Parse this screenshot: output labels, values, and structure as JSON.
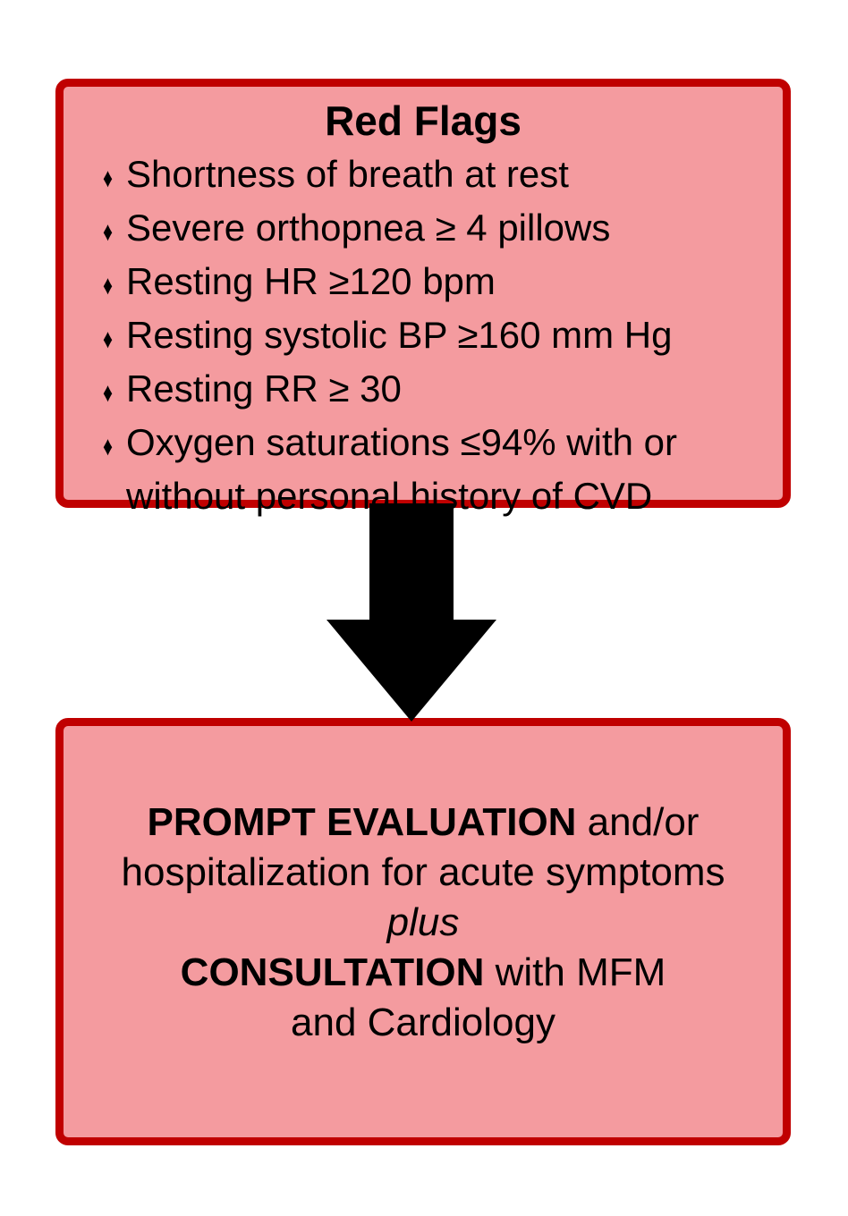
{
  "colors": {
    "box_border": "#C00000",
    "box_fill": "#F49B9F",
    "arrow": "#000000",
    "text": "#000000",
    "background": "#FFFFFF"
  },
  "top_box": {
    "title": "Red Flags",
    "bullet_glyph": "♦",
    "items": [
      "Shortness of breath at rest",
      "Severe orthopnea ≥ 4 pillows",
      "Resting HR ≥120 bpm",
      "Resting systolic BP ≥160 mm Hg",
      "Resting RR ≥ 30",
      "Oxygen saturations ≤94% with or",
      "without personal history of CVD"
    ]
  },
  "arrow": {
    "name": "down-arrow",
    "direction": "down"
  },
  "bottom_box": {
    "line1_bold": "PROMPT EVALUATION",
    "line1_rest": " and/or",
    "line2": "hospitalization for acute symptoms",
    "line3_italic": "plus",
    "line4_bold": "CONSULTATION",
    "line4_rest": " with MFM",
    "line5": "and Cardiology"
  }
}
